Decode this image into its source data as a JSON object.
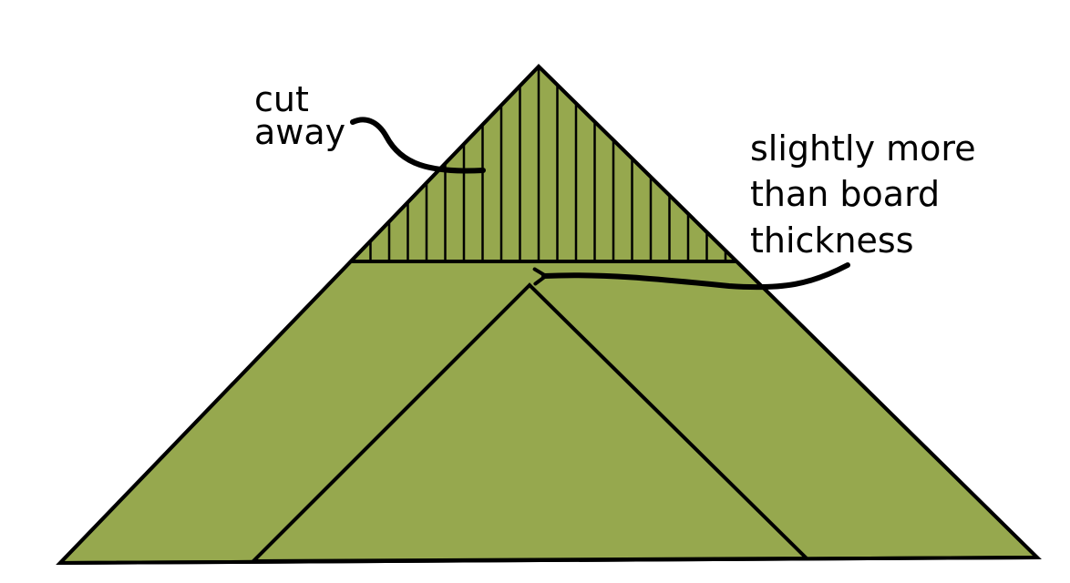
{
  "colors": {
    "fill": "#96A84E",
    "stroke": "#000000",
    "background": "#ffffff"
  },
  "labels": {
    "cut_away": [
      "cut",
      "away"
    ],
    "board_thickness": [
      "slightly more",
      "than board",
      "thickness"
    ]
  },
  "hatch": {
    "line_count": 21
  }
}
